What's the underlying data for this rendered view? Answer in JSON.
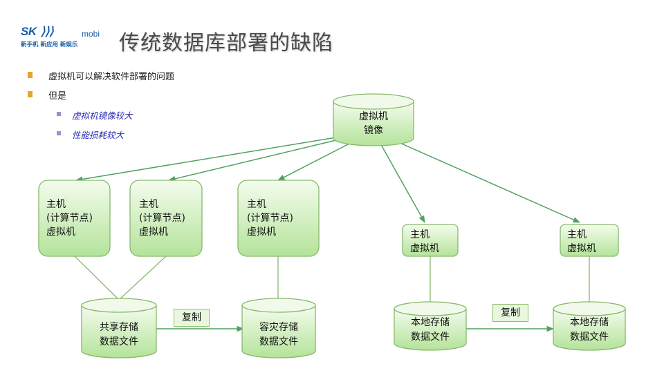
{
  "logo": {
    "brand": "SK",
    "sub": "mobi",
    "slogan": "新手机 新应用 新娱乐"
  },
  "title": "传统数据库部署的缺陷",
  "bullets": [
    {
      "text": "虚拟机可以解决软件部署的问题"
    },
    {
      "text": "但是",
      "children": [
        {
          "text": "虚拟机镜像较大"
        },
        {
          "text": "性能损耗较大"
        }
      ]
    }
  ],
  "diagram": {
    "image_node": [
      "虚拟机",
      "镜像"
    ],
    "hosts_compute": [
      [
        "主机",
        "(计算节点)",
        "虚拟机"
      ],
      [
        "主机",
        "(计算节点)",
        "虚拟机"
      ],
      [
        "主机",
        "(计算节点)",
        "虚拟机"
      ]
    ],
    "hosts_local": [
      [
        "主机",
        "虚拟机"
      ],
      [
        "主机",
        "虚拟机"
      ]
    ],
    "storage": {
      "shared": [
        "共享存储",
        "数据文件"
      ],
      "disaster": [
        "容灾存储",
        "数据文件"
      ],
      "local1": [
        "本地存储",
        "数据文件"
      ],
      "local2": [
        "本地存储",
        "数据文件"
      ]
    },
    "copy_label_1": "复制",
    "copy_label_2": "复制"
  },
  "colors": {
    "node_fill_top": "#f4fcee",
    "node_fill_bottom": "#b4e39a",
    "node_stroke": "#86b86b",
    "arrow": "#4fa15f",
    "connector": "#86b86b"
  }
}
